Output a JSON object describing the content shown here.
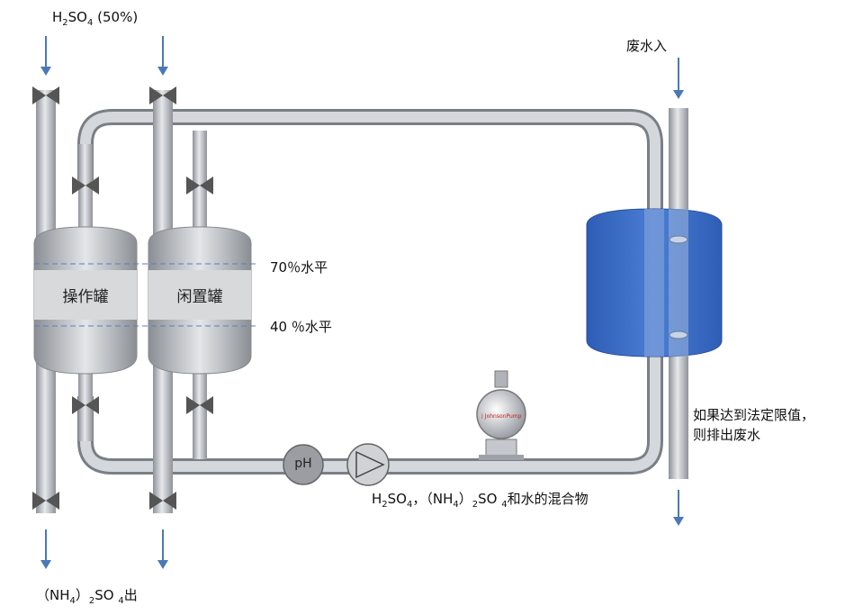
{
  "labels": {
    "acid_in_main": "H",
    "acid_in_sub2": "2",
    "acid_in_mid": "SO",
    "acid_in_sub4": "4",
    "acid_in_tail": " (50%)",
    "waste_in": "废水入",
    "level_70": "70％水平",
    "level_40": "40 ％水平",
    "tank_operating": "操作罐",
    "tank_idle": "闲置罐",
    "ph_meter": "pH",
    "mix_a": "H",
    "mix_b": "2",
    "mix_c": "SO",
    "mix_d": "4",
    "mix_e": "，（NH",
    "mix_f": "4",
    "mix_g": "）",
    "mix_h": "2",
    "mix_i": "SO ",
    "mix_j": "4",
    "mix_k": "和水的混合物",
    "discharge_line1": "如果达到法定限值，",
    "discharge_line2": "则排出废水",
    "out_a": "（NH",
    "out_b": "4",
    "out_c": "）",
    "out_d": "2",
    "out_e": "SO ",
    "out_f": "4",
    "out_g": "出"
  },
  "colors": {
    "pipe": "#b8bcc2",
    "pipe_edge": "#7a7f86",
    "arrow": "#4a78b8",
    "waste_tank": "#3f6fc6",
    "level_line": "#5a7fbf"
  }
}
